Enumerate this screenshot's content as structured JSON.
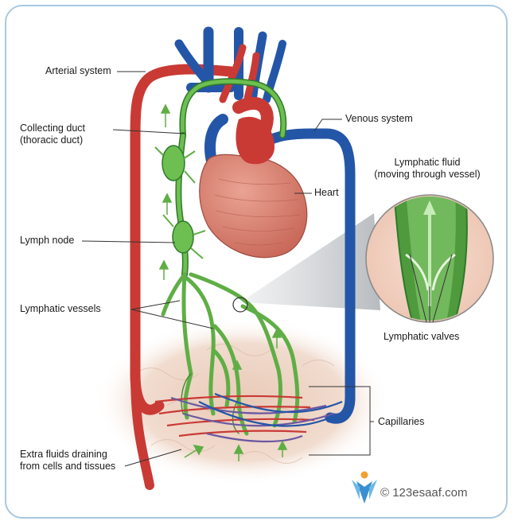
{
  "labels": {
    "arterial_system": "Arterial system",
    "collecting_duct_line1": "Collecting duct",
    "collecting_duct_line2": "(thoracic duct)",
    "lymph_node": "Lymph node",
    "lymphatic_vessels": "Lymphatic vessels",
    "extra_fluids_line1": "Extra fluids draining",
    "extra_fluids_line2": "from cells and tissues",
    "venous_system": "Venous system",
    "heart": "Heart",
    "lymphatic_fluid_line1": "Lymphatic fluid",
    "lymphatic_fluid_line2": "(moving through vessel)",
    "lymphatic_valves": "Lymphatic valves",
    "capillaries": "Capillaries"
  },
  "watermark": {
    "text": "© 123esaaf.com",
    "logo_icon": "person-logo-icon"
  },
  "colors": {
    "artery": "#c93a35",
    "vein": "#2456a8",
    "lymph": "#5fae45",
    "lymph_dark": "#2f7a2a",
    "heart": "#d9816f",
    "tissue": "#efd8ca",
    "frame": "#a9c8de"
  }
}
